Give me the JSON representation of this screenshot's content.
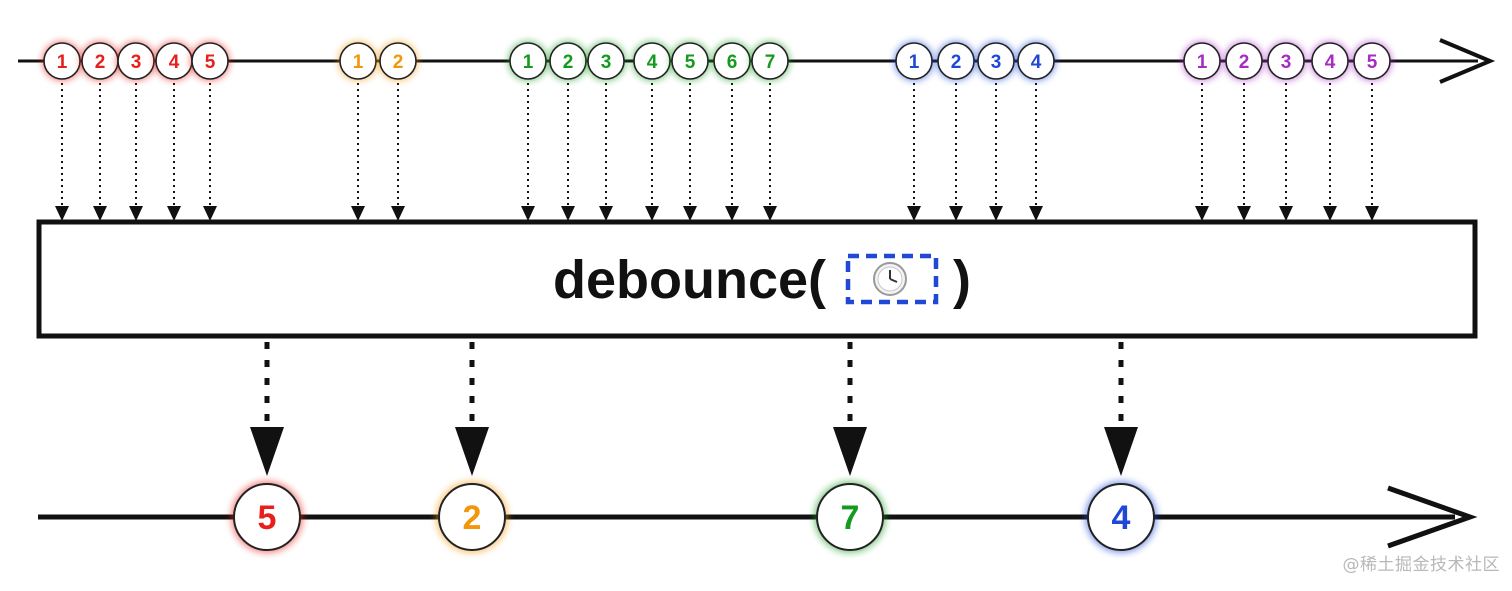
{
  "operator": {
    "name": "debounce(",
    "close": ")",
    "timer_icon": "clock-icon"
  },
  "colors": {
    "red": "#e8201c",
    "orange": "#f2960a",
    "green": "#149a1e",
    "blue": "#1f48d6",
    "purple": "#a52ec2",
    "line": "#111111"
  },
  "input_stream": {
    "groups": [
      {
        "color": "red",
        "marbles": [
          "1",
          "2",
          "3",
          "4",
          "5"
        ]
      },
      {
        "color": "orange",
        "marbles": [
          "1",
          "2"
        ]
      },
      {
        "color": "green",
        "marbles": [
          "1",
          "2",
          "3",
          "4",
          "5",
          "6",
          "7"
        ]
      },
      {
        "color": "blue",
        "marbles": [
          "1",
          "2",
          "3",
          "4"
        ]
      },
      {
        "color": "purple",
        "marbles": [
          "1",
          "2",
          "3",
          "4",
          "5"
        ]
      }
    ]
  },
  "output_stream": {
    "marbles": [
      {
        "label": "5",
        "color": "red"
      },
      {
        "label": "2",
        "color": "orange"
      },
      {
        "label": "7",
        "color": "green"
      },
      {
        "label": "4",
        "color": "blue"
      }
    ]
  },
  "watermark": "@稀土掘金技术社区"
}
